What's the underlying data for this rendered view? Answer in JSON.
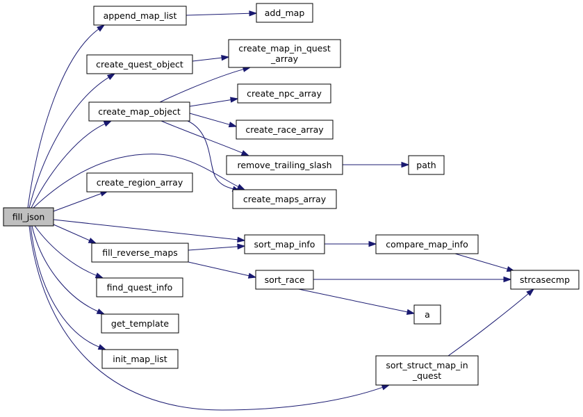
{
  "colors": {
    "edge": "#191970",
    "root_fill": "#bfbfbf",
    "node_fill": "#ffffff",
    "border": "#000000"
  },
  "nodes": {
    "fill_json": {
      "lines": [
        "fill_json"
      ],
      "root": true
    },
    "append_map_list": {
      "lines": [
        "append_map_list"
      ]
    },
    "add_map": {
      "lines": [
        "add_map"
      ]
    },
    "create_quest_object": {
      "lines": [
        "create_quest_object"
      ]
    },
    "create_map_in_quest_array": {
      "lines": [
        "create_map_in_quest",
        "_array"
      ]
    },
    "create_map_object": {
      "lines": [
        "create_map_object"
      ]
    },
    "create_npc_array": {
      "lines": [
        "create_npc_array"
      ]
    },
    "create_race_array": {
      "lines": [
        "create_race_array"
      ]
    },
    "remove_trailing_slash": {
      "lines": [
        "remove_trailing_slash"
      ]
    },
    "path": {
      "lines": [
        "path"
      ]
    },
    "create_region_array": {
      "lines": [
        "create_region_array"
      ]
    },
    "create_maps_array": {
      "lines": [
        "create_maps_array"
      ]
    },
    "fill_reverse_maps": {
      "lines": [
        "fill_reverse_maps"
      ]
    },
    "sort_map_info": {
      "lines": [
        "sort_map_info"
      ]
    },
    "compare_map_info": {
      "lines": [
        "compare_map_info"
      ]
    },
    "sort_race": {
      "lines": [
        "sort_race"
      ]
    },
    "strcasecmp": {
      "lines": [
        "strcasecmp"
      ]
    },
    "a": {
      "lines": [
        "a"
      ]
    },
    "find_quest_info": {
      "lines": [
        "find_quest_info"
      ]
    },
    "get_template": {
      "lines": [
        "get_template"
      ]
    },
    "init_map_list": {
      "lines": [
        "init_map_list"
      ]
    },
    "sort_struct_map_in_quest": {
      "lines": [
        "sort_struct_map_in",
        "_quest"
      ]
    }
  },
  "edges": [
    [
      "fill_json",
      "append_map_list"
    ],
    [
      "fill_json",
      "create_quest_object"
    ],
    [
      "fill_json",
      "create_map_object"
    ],
    [
      "fill_json",
      "create_maps_array"
    ],
    [
      "fill_json",
      "create_region_array"
    ],
    [
      "fill_json",
      "sort_map_info"
    ],
    [
      "fill_json",
      "fill_reverse_maps"
    ],
    [
      "fill_json",
      "find_quest_info"
    ],
    [
      "fill_json",
      "get_template"
    ],
    [
      "fill_json",
      "init_map_list"
    ],
    [
      "fill_json",
      "sort_struct_map_in_quest"
    ],
    [
      "append_map_list",
      "add_map"
    ],
    [
      "create_quest_object",
      "create_map_in_quest_array"
    ],
    [
      "create_map_object",
      "create_map_in_quest_array"
    ],
    [
      "create_map_object",
      "create_npc_array"
    ],
    [
      "create_map_object",
      "create_race_array"
    ],
    [
      "create_map_object",
      "remove_trailing_slash"
    ],
    [
      "create_map_object",
      "create_maps_array"
    ],
    [
      "remove_trailing_slash",
      "path"
    ],
    [
      "fill_reverse_maps",
      "sort_map_info"
    ],
    [
      "fill_reverse_maps",
      "sort_race"
    ],
    [
      "sort_map_info",
      "compare_map_info"
    ],
    [
      "compare_map_info",
      "strcasecmp"
    ],
    [
      "sort_race",
      "strcasecmp"
    ],
    [
      "sort_race",
      "a"
    ],
    [
      "sort_struct_map_in_quest",
      "strcasecmp"
    ]
  ]
}
